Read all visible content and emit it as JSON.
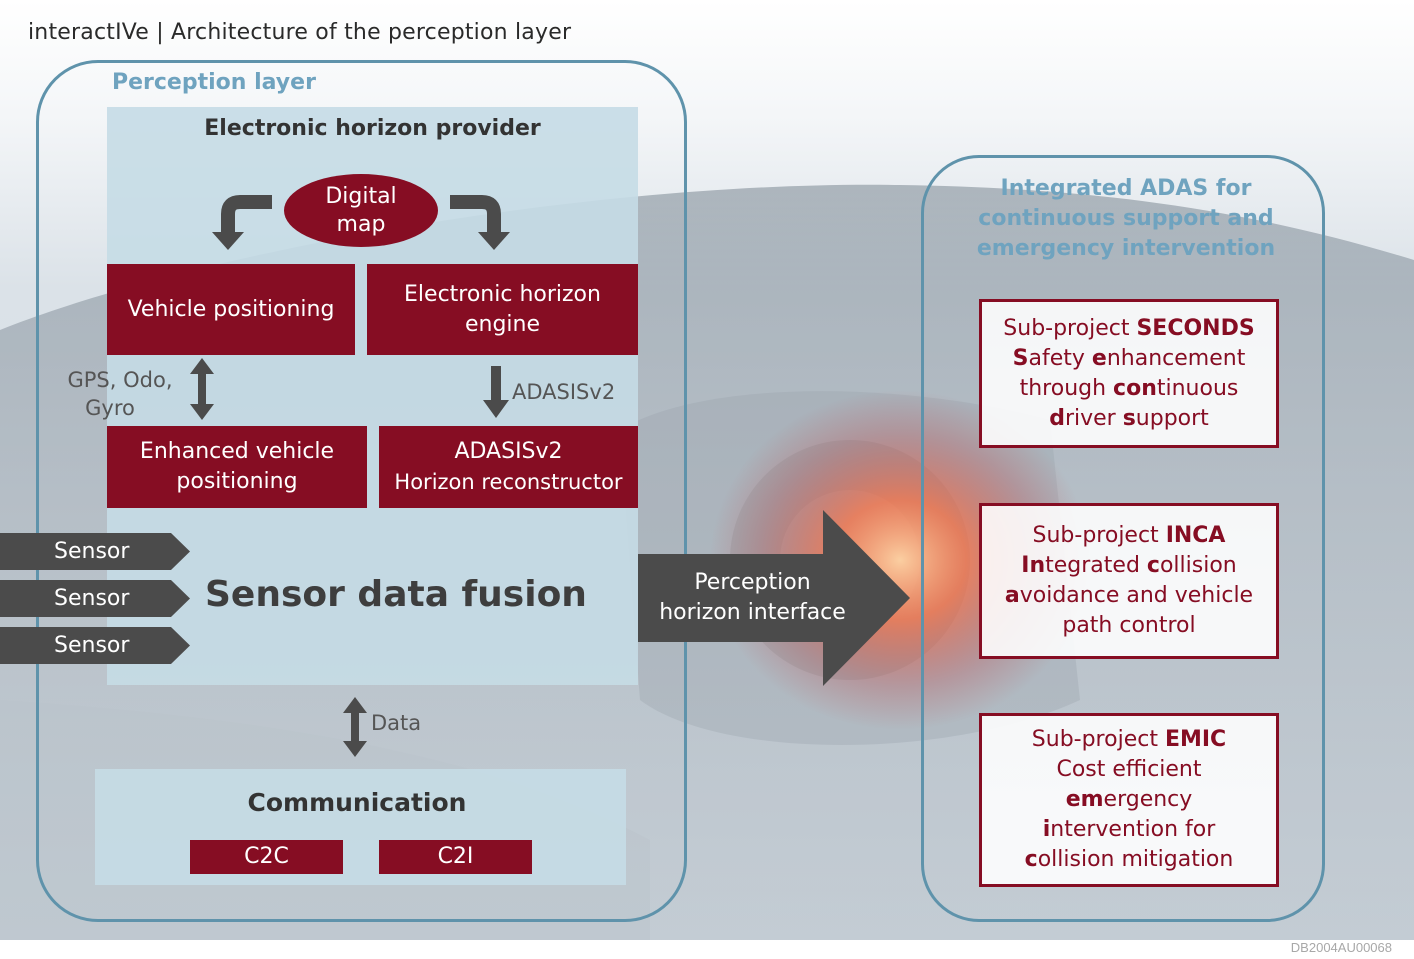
{
  "title": "interactIVe | Architecture of the perception layer",
  "colors": {
    "dark_red": "#860d23",
    "outline_blue": "#5f93ab",
    "light_blue": "#c5dbe5",
    "dark_gray": "#4b4b4b"
  },
  "perception": {
    "label": "Perception layer",
    "ehp_title": "Electronic horizon provider",
    "digital_map": [
      "Digital",
      "map"
    ],
    "vehicle_positioning": "Vehicle positioning",
    "eh_engine": [
      "Electronic horizon",
      "engine"
    ],
    "gps_label": [
      "GPS, Odo,",
      "Gyro"
    ],
    "adasis_label": "ADASISv2",
    "enhanced_positioning": [
      "Enhanced vehicle",
      "positioning"
    ],
    "reconstructor": [
      "ADASISv2",
      "Horizon reconstructor"
    ],
    "sensors": [
      "Sensor",
      "Sensor",
      "Sensor"
    ],
    "fusion": "Sensor data fusion",
    "data_label": "Data",
    "communication": {
      "title": "Communication",
      "c2c": "C2C",
      "c2i": "C2I"
    }
  },
  "interface": [
    "Perception",
    "horizon interface"
  ],
  "adas": {
    "title": [
      "Integrated ADAS for",
      "continuous support and",
      "emergency intervention"
    ],
    "subprojects": [
      {
        "heading_prefix": "Sub-project ",
        "heading_name": "SECONDS",
        "lines": [
          [
            {
              "b": "S"
            },
            {
              "t": "afety "
            },
            {
              "b": "e"
            },
            {
              "t": "nhancement"
            }
          ],
          [
            {
              "t": "through "
            },
            {
              "b": "con"
            },
            {
              "t": "tinuous"
            }
          ],
          [
            {
              "b": "d"
            },
            {
              "t": "river "
            },
            {
              "b": "s"
            },
            {
              "t": "upport"
            }
          ]
        ]
      },
      {
        "heading_prefix": "Sub-project ",
        "heading_name": "INCA",
        "lines": [
          [
            {
              "b": "In"
            },
            {
              "t": "tegrated "
            },
            {
              "b": "c"
            },
            {
              "t": "ollision"
            }
          ],
          [
            {
              "b": "a"
            },
            {
              "t": "voidance and vehicle"
            }
          ],
          [
            {
              "t": "path control"
            }
          ]
        ]
      },
      {
        "heading_prefix": "Sub-project ",
        "heading_name": "EMIC",
        "lines": [
          [
            {
              "t": "Cost efficient"
            }
          ],
          [
            {
              "b": "em"
            },
            {
              "t": "ergency"
            }
          ],
          [
            {
              "b": "i"
            },
            {
              "t": "ntervention for"
            }
          ],
          [
            {
              "b": "c"
            },
            {
              "t": "ollision mitigation"
            }
          ]
        ]
      }
    ]
  },
  "footer_code": "DB2004AU00068"
}
